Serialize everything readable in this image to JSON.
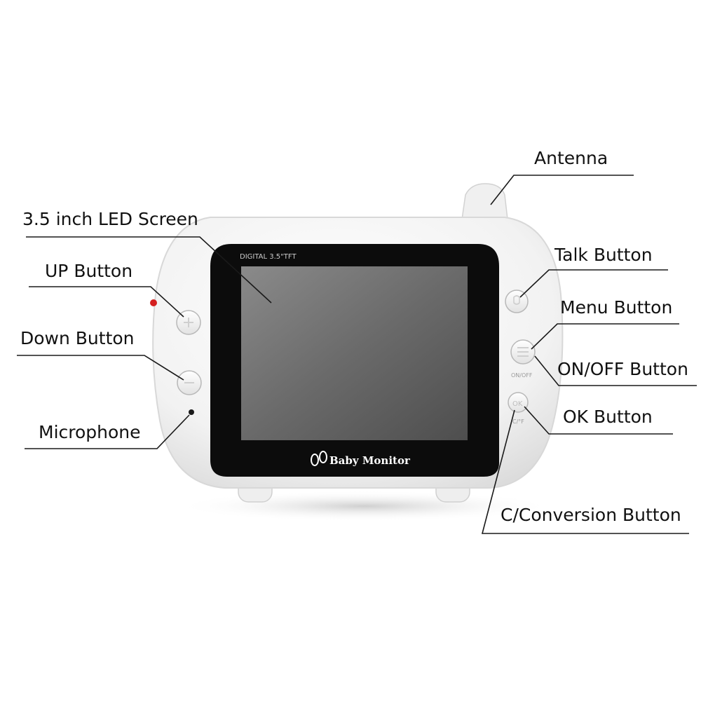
{
  "device": {
    "screen_marking": "DIGITAL 3.5\"TFT",
    "brand_text": "Baby Monitor",
    "onoff_marking": "ON/OFF",
    "ok_marking": "OK",
    "c_marking": "C/°F"
  },
  "labels": {
    "antenna": "Antenna",
    "screen": "3.5 inch LED Screen",
    "up": "UP Button",
    "talk": "Talk Button",
    "menu": "Menu Button",
    "down": "Down Button",
    "onoff": "ON/OFF Button",
    "ok": "OK Button",
    "microphone": "Microphone",
    "conversion": "C/Conversion Button"
  },
  "colors": {
    "casing": "#f3f3f3",
    "bezel": "#0c0c0c",
    "led": "#d42020"
  }
}
